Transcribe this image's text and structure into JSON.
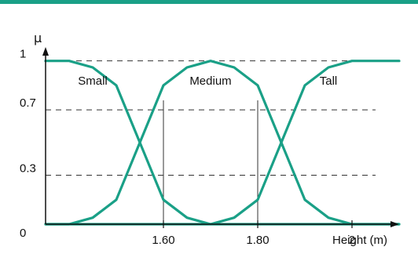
{
  "colors": {
    "accent_bar": "#1aa087",
    "curve": "#1aa087",
    "axis": "#111111",
    "guide": "#333333"
  },
  "chart_data": {
    "type": "line",
    "title": "",
    "xlabel": "Height (m)",
    "ylabel": "μ",
    "xlim": [
      1.35,
      2.1
    ],
    "ylim": [
      0,
      1.2
    ],
    "x_ticks": [
      {
        "value": 1.6,
        "label": "1.60"
      },
      {
        "value": 1.8,
        "label": "1.80"
      },
      {
        "value": 2.0,
        "label": "2"
      }
    ],
    "y_ticks": [
      {
        "value": 0,
        "label": "0"
      },
      {
        "value": 0.3,
        "label": "0.3"
      },
      {
        "value": 0.7,
        "label": "0.7"
      },
      {
        "value": 1,
        "label": "1"
      }
    ],
    "horizontal_guides": [
      1,
      0.7,
      0.3
    ],
    "vertical_guides": [
      1.6,
      1.8
    ],
    "region_labels": [
      {
        "text": "Small",
        "x": 1.45
      },
      {
        "text": "Medium",
        "x": 1.7
      },
      {
        "text": "Tall",
        "x": 1.95
      }
    ],
    "series": [
      {
        "name": "Small",
        "x": [
          1.35,
          1.4,
          1.45,
          1.5,
          1.55,
          1.6,
          1.65,
          1.7,
          1.75,
          1.8,
          2.1
        ],
        "y": [
          1,
          1,
          0.96,
          0.85,
          0.5,
          0.15,
          0.04,
          0,
          0,
          0,
          0
        ]
      },
      {
        "name": "Medium",
        "x": [
          1.35,
          1.4,
          1.45,
          1.5,
          1.55,
          1.6,
          1.65,
          1.7,
          1.75,
          1.8,
          1.85,
          1.9,
          1.95,
          2.0,
          2.1
        ],
        "y": [
          0,
          0,
          0.04,
          0.15,
          0.5,
          0.85,
          0.96,
          1,
          0.96,
          0.85,
          0.5,
          0.15,
          0.04,
          0,
          0
        ]
      },
      {
        "name": "Tall",
        "x": [
          1.35,
          1.7,
          1.75,
          1.8,
          1.85,
          1.9,
          1.95,
          2.0,
          2.05,
          2.1
        ],
        "y": [
          0,
          0,
          0.04,
          0.15,
          0.5,
          0.85,
          0.96,
          1,
          1,
          1
        ]
      }
    ]
  }
}
